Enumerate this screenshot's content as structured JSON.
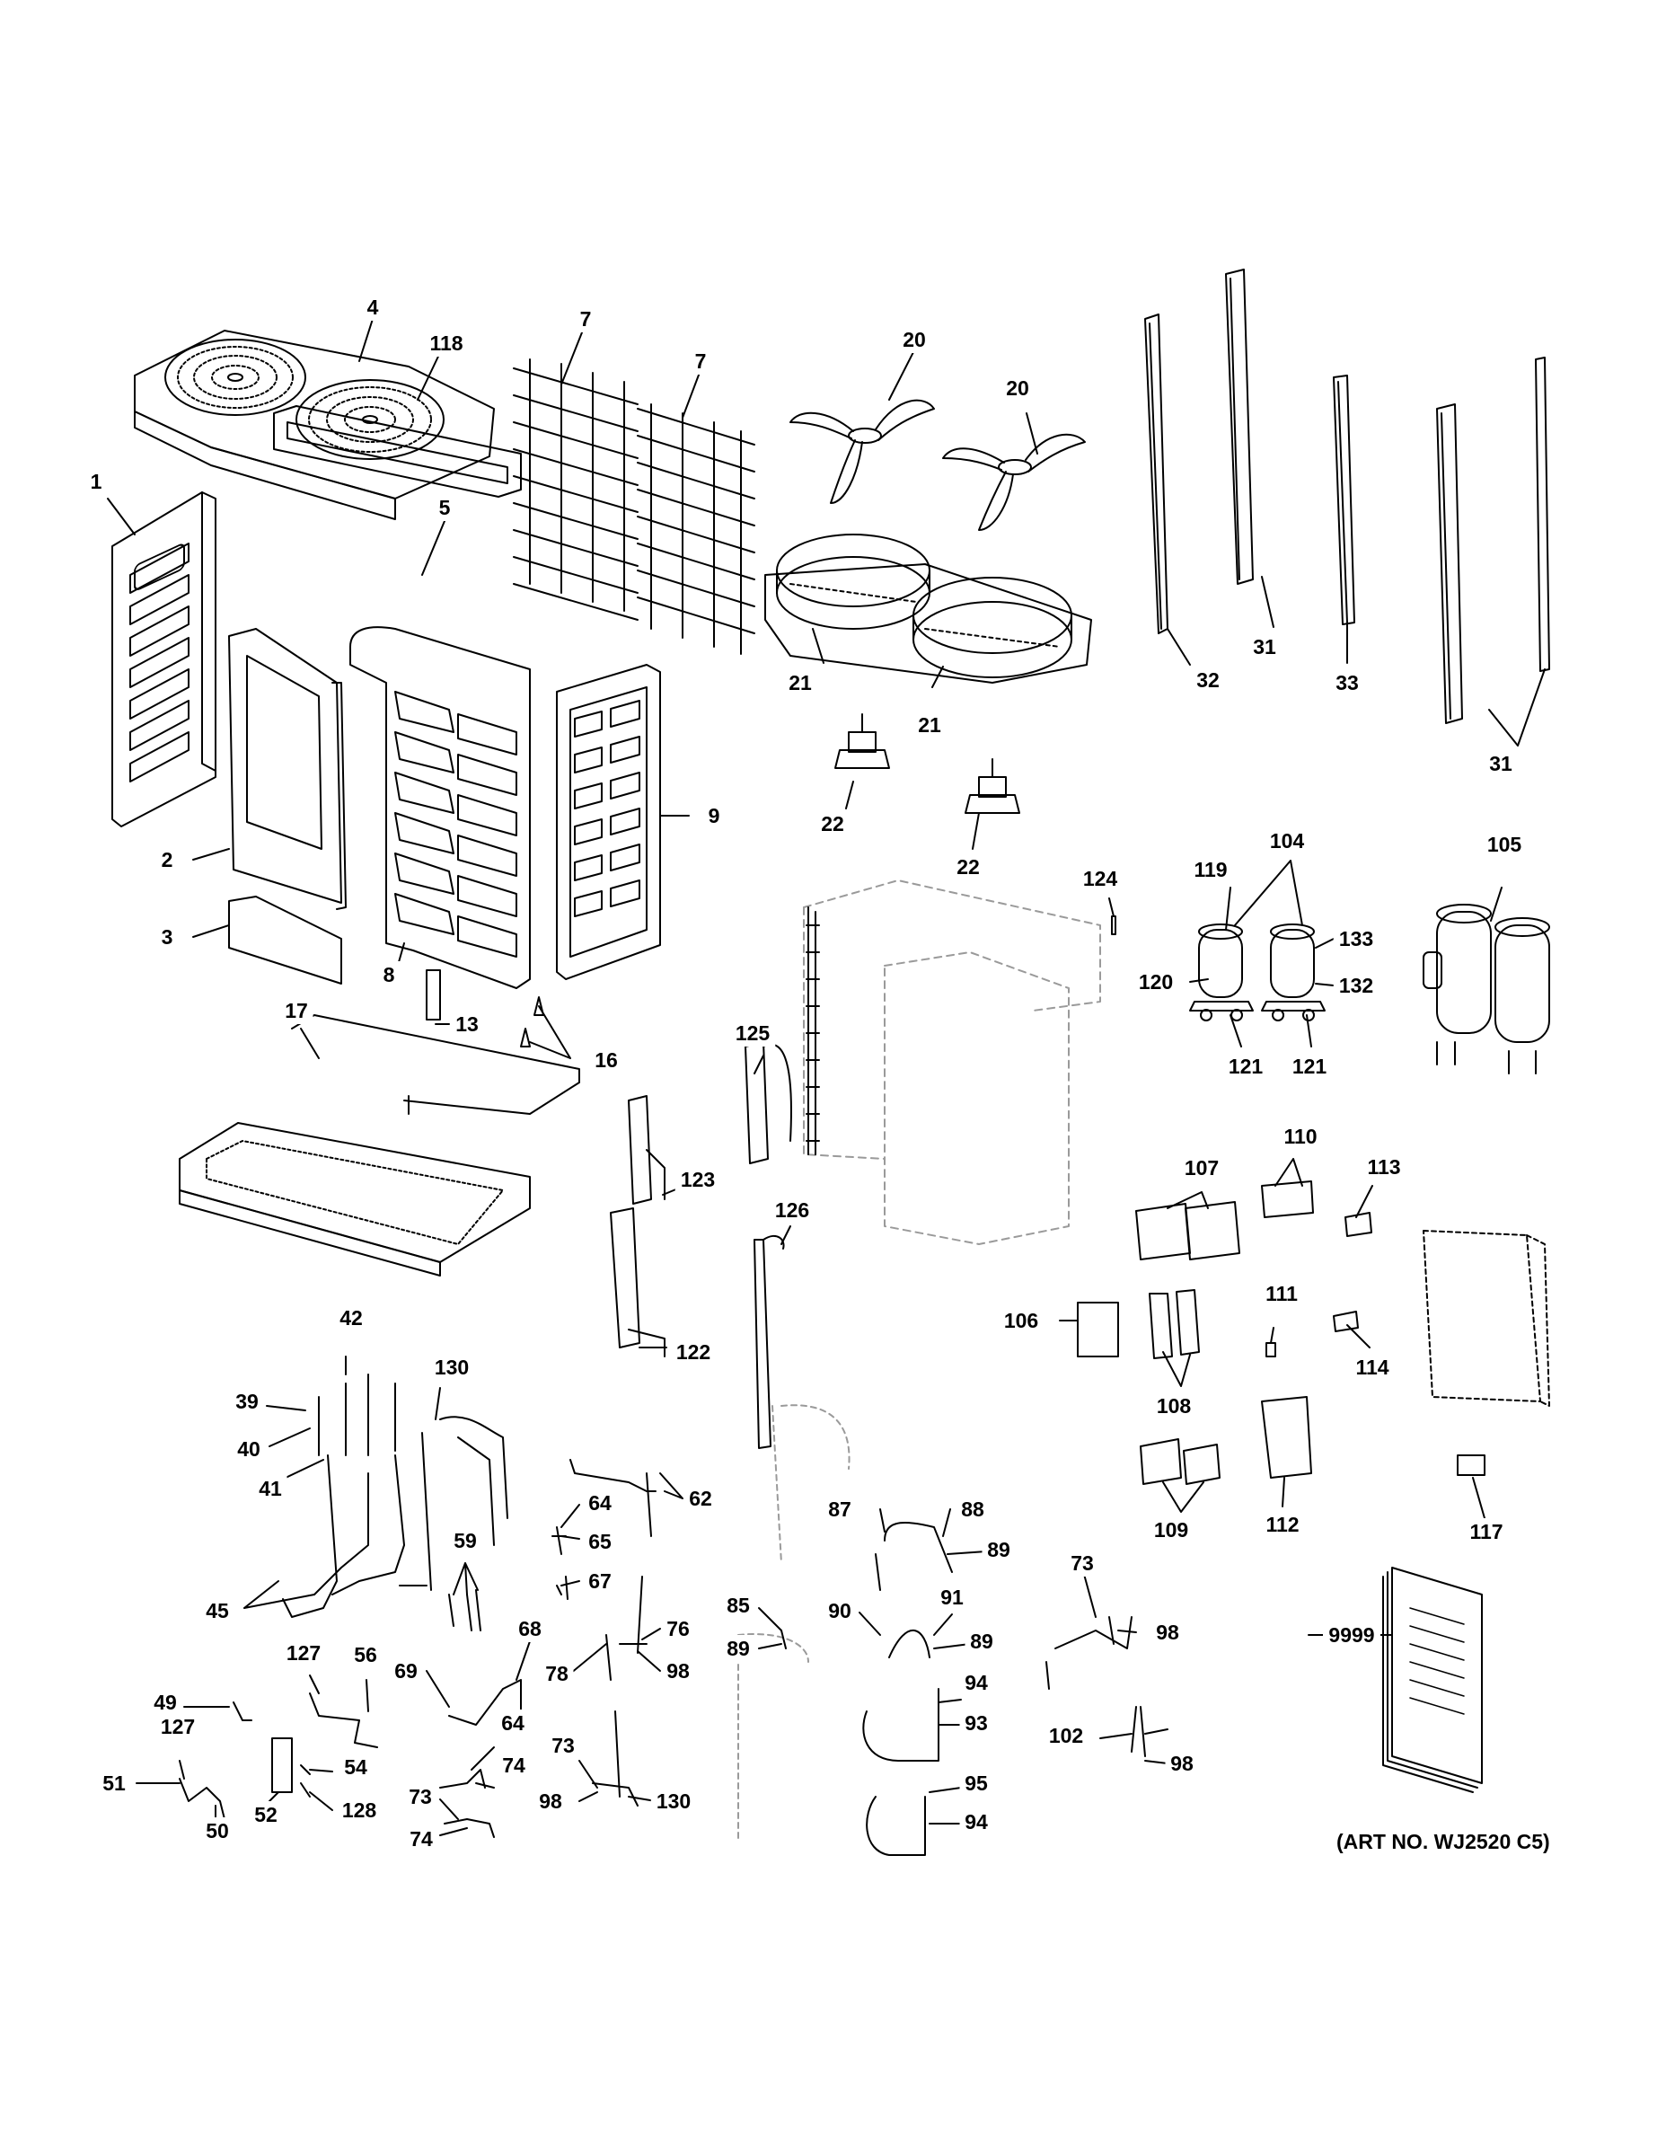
{
  "art_number": "(ART NO. WJ2520 C5)",
  "colors": {
    "ink": "#000000",
    "label_bg": "#ffffff",
    "dashed": "#9a9a9a"
  },
  "callouts": [
    {
      "id": "c1",
      "label": "1"
    },
    {
      "id": "c2",
      "label": "2"
    },
    {
      "id": "c3",
      "label": "3"
    },
    {
      "id": "c4",
      "label": "4"
    },
    {
      "id": "c118",
      "label": "118"
    },
    {
      "id": "c5",
      "label": "5"
    },
    {
      "id": "c7a",
      "label": "7"
    },
    {
      "id": "c7b",
      "label": "7"
    },
    {
      "id": "c8",
      "label": "8"
    },
    {
      "id": "c9",
      "label": "9"
    },
    {
      "id": "c13",
      "label": "13"
    },
    {
      "id": "c16",
      "label": "16"
    },
    {
      "id": "c17",
      "label": "17"
    },
    {
      "id": "c20a",
      "label": "20"
    },
    {
      "id": "c20b",
      "label": "20"
    },
    {
      "id": "c21a",
      "label": "21"
    },
    {
      "id": "c21b",
      "label": "21"
    },
    {
      "id": "c22a",
      "label": "22"
    },
    {
      "id": "c22b",
      "label": "22"
    },
    {
      "id": "c31a",
      "label": "31"
    },
    {
      "id": "c31b",
      "label": "31"
    },
    {
      "id": "c32",
      "label": "32"
    },
    {
      "id": "c33",
      "label": "33"
    },
    {
      "id": "c124",
      "label": "124"
    },
    {
      "id": "c119",
      "label": "119"
    },
    {
      "id": "c104",
      "label": "104"
    },
    {
      "id": "c105",
      "label": "105"
    },
    {
      "id": "c133",
      "label": "133"
    },
    {
      "id": "c120",
      "label": "120"
    },
    {
      "id": "c132",
      "label": "132"
    },
    {
      "id": "c121a",
      "label": "121"
    },
    {
      "id": "c121b",
      "label": "121"
    },
    {
      "id": "c125",
      "label": "125"
    },
    {
      "id": "c123",
      "label": "123"
    },
    {
      "id": "c126",
      "label": "126"
    },
    {
      "id": "c122",
      "label": "122"
    },
    {
      "id": "c107",
      "label": "107"
    },
    {
      "id": "c110",
      "label": "110"
    },
    {
      "id": "c113",
      "label": "113"
    },
    {
      "id": "c106",
      "label": "106"
    },
    {
      "id": "c111",
      "label": "111"
    },
    {
      "id": "c108",
      "label": "108"
    },
    {
      "id": "c114",
      "label": "114"
    },
    {
      "id": "c109",
      "label": "109"
    },
    {
      "id": "c112",
      "label": "112"
    },
    {
      "id": "c117",
      "label": "117"
    },
    {
      "id": "c42",
      "label": "42"
    },
    {
      "id": "c39",
      "label": "39"
    },
    {
      "id": "c40",
      "label": "40"
    },
    {
      "id": "c41",
      "label": "41"
    },
    {
      "id": "c130a",
      "label": "130"
    },
    {
      "id": "c45",
      "label": "45"
    },
    {
      "id": "c62",
      "label": "62"
    },
    {
      "id": "c64a",
      "label": "64"
    },
    {
      "id": "c65",
      "label": "65"
    },
    {
      "id": "c59",
      "label": "59"
    },
    {
      "id": "c67",
      "label": "67"
    },
    {
      "id": "c87",
      "label": "87"
    },
    {
      "id": "c88",
      "label": "88"
    },
    {
      "id": "c89a",
      "label": "89"
    },
    {
      "id": "c73a",
      "label": "73"
    },
    {
      "id": "c98a",
      "label": "98"
    },
    {
      "id": "c9999",
      "label": "9999"
    },
    {
      "id": "c85",
      "label": "85"
    },
    {
      "id": "c89b",
      "label": "89"
    },
    {
      "id": "c90",
      "label": "90"
    },
    {
      "id": "c91",
      "label": "91"
    },
    {
      "id": "c89c",
      "label": "89"
    },
    {
      "id": "c76",
      "label": "76"
    },
    {
      "id": "c78",
      "label": "78"
    },
    {
      "id": "c98b",
      "label": "98"
    },
    {
      "id": "c68",
      "label": "68"
    },
    {
      "id": "c69",
      "label": "69"
    },
    {
      "id": "c127a",
      "label": "127"
    },
    {
      "id": "c56",
      "label": "56"
    },
    {
      "id": "c49",
      "label": "49"
    },
    {
      "id": "c127b",
      "label": "127"
    },
    {
      "id": "c64b",
      "label": "64"
    },
    {
      "id": "c74a",
      "label": "74"
    },
    {
      "id": "c94a",
      "label": "94"
    },
    {
      "id": "c93",
      "label": "93"
    },
    {
      "id": "c102",
      "label": "102"
    },
    {
      "id": "c98c",
      "label": "98"
    },
    {
      "id": "c51",
      "label": "51"
    },
    {
      "id": "c54",
      "label": "54"
    },
    {
      "id": "c73b",
      "label": "73"
    },
    {
      "id": "c98d",
      "label": "98"
    },
    {
      "id": "c130b",
      "label": "130"
    },
    {
      "id": "c95",
      "label": "95"
    },
    {
      "id": "c128",
      "label": "128"
    },
    {
      "id": "c52",
      "label": "52"
    },
    {
      "id": "c50",
      "label": "50"
    },
    {
      "id": "c73c",
      "label": "73"
    },
    {
      "id": "c74b",
      "label": "74"
    },
    {
      "id": "c94b",
      "label": "94"
    }
  ]
}
